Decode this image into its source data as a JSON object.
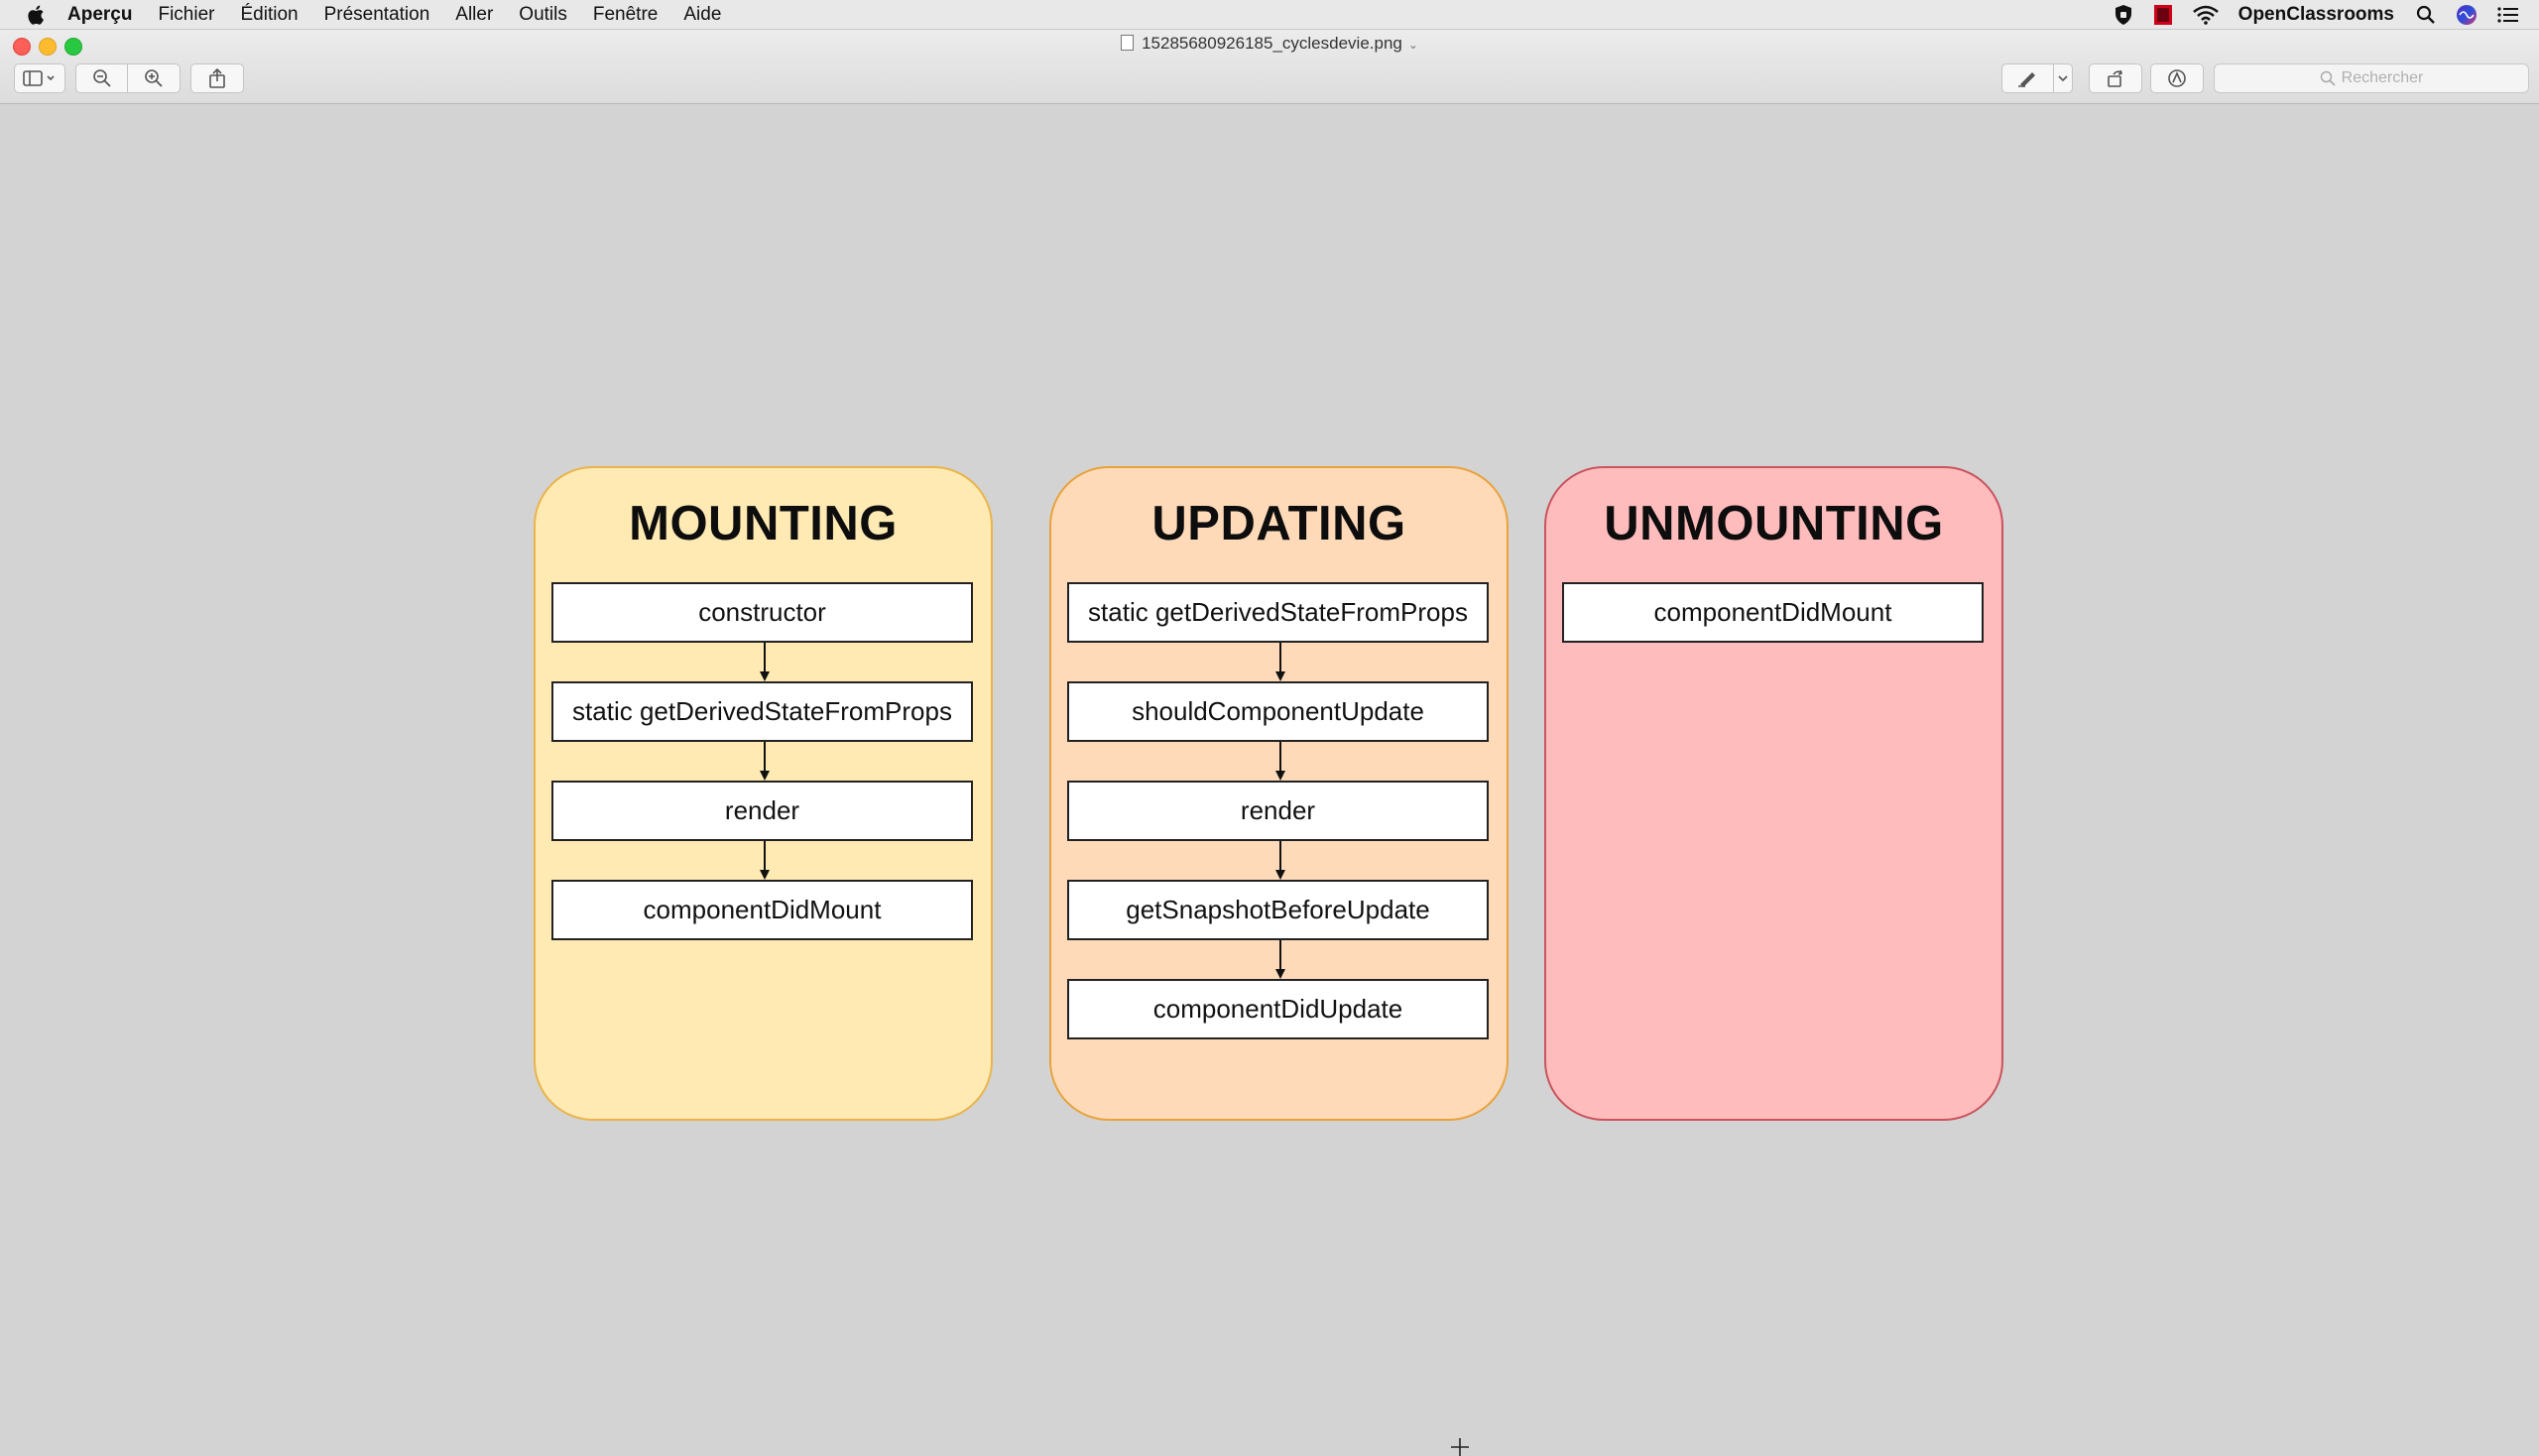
{
  "menubar": {
    "app_name": "Aperçu",
    "items": [
      "Fichier",
      "Édition",
      "Présentation",
      "Aller",
      "Outils",
      "Fenêtre",
      "Aide"
    ],
    "status_text": "OpenClassrooms",
    "icons": [
      "apple-icon",
      "shield-icon",
      "flag-icon",
      "wifi-icon",
      "search-icon",
      "siri-icon",
      "list-icon"
    ]
  },
  "window": {
    "title": "15285680926185_cyclesdevie.png",
    "search_placeholder": "Rechercher"
  },
  "diagram": {
    "mounting": {
      "title": "MOUNTING",
      "color": "#ffeab3",
      "steps": [
        "constructor",
        "static getDerivedStateFromProps",
        "render",
        "componentDidMount"
      ]
    },
    "updating": {
      "title": "UPDATING",
      "color": "#ffdab9",
      "steps": [
        "static getDerivedStateFromProps",
        "shouldComponentUpdate",
        "render",
        "getSnapshotBeforeUpdate",
        "componentDidUpdate"
      ]
    },
    "unmounting": {
      "title": "UNMOUNTING",
      "color": "#ffbcbc",
      "steps": [
        "componentDidMount"
      ]
    }
  }
}
